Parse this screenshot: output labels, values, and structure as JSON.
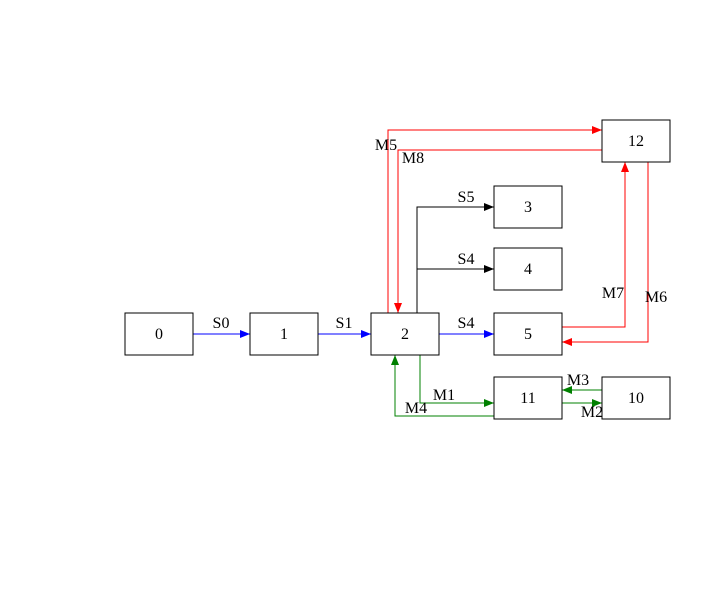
{
  "diagram": {
    "background": "#ffffff",
    "colors": {
      "blue": "#0000ff",
      "black": "#000000",
      "red": "#ff0000",
      "green": "#008000"
    },
    "nodes": {
      "n0": {
        "label": "0"
      },
      "n1": {
        "label": "1"
      },
      "n2": {
        "label": "2"
      },
      "n3": {
        "label": "3"
      },
      "n4": {
        "label": "4"
      },
      "n5": {
        "label": "5"
      },
      "n10": {
        "label": "10"
      },
      "n11": {
        "label": "11"
      },
      "n12": {
        "label": "12"
      }
    },
    "edges": {
      "s0": {
        "label": "S0",
        "from": "0",
        "to": "1",
        "color": "blue"
      },
      "s1": {
        "label": "S1",
        "from": "1",
        "to": "2",
        "color": "blue"
      },
      "s4_to_5": {
        "label": "S4",
        "from": "2",
        "to": "5",
        "color": "blue"
      },
      "s5": {
        "label": "S5",
        "from": "2",
        "to": "3",
        "color": "black"
      },
      "s4_to_4": {
        "label": "S4",
        "from": "2",
        "to": "4",
        "color": "black"
      },
      "m5": {
        "label": "M5",
        "from": "2",
        "to": "12",
        "color": "red"
      },
      "m8": {
        "label": "M8",
        "from": "12",
        "to": "2",
        "color": "red"
      },
      "m7": {
        "label": "M7",
        "from": "5",
        "to": "12",
        "color": "red"
      },
      "m6": {
        "label": "M6",
        "from": "12",
        "to": "5",
        "color": "red"
      },
      "m1": {
        "label": "M1",
        "from": "2",
        "to": "11",
        "color": "green"
      },
      "m2": {
        "label": "M2",
        "from": "11",
        "to": "10",
        "color": "green"
      },
      "m3": {
        "label": "M3",
        "from": "10",
        "to": "11",
        "color": "green"
      },
      "m4": {
        "label": "M4",
        "from": "11",
        "to": "2",
        "color": "green"
      }
    }
  }
}
